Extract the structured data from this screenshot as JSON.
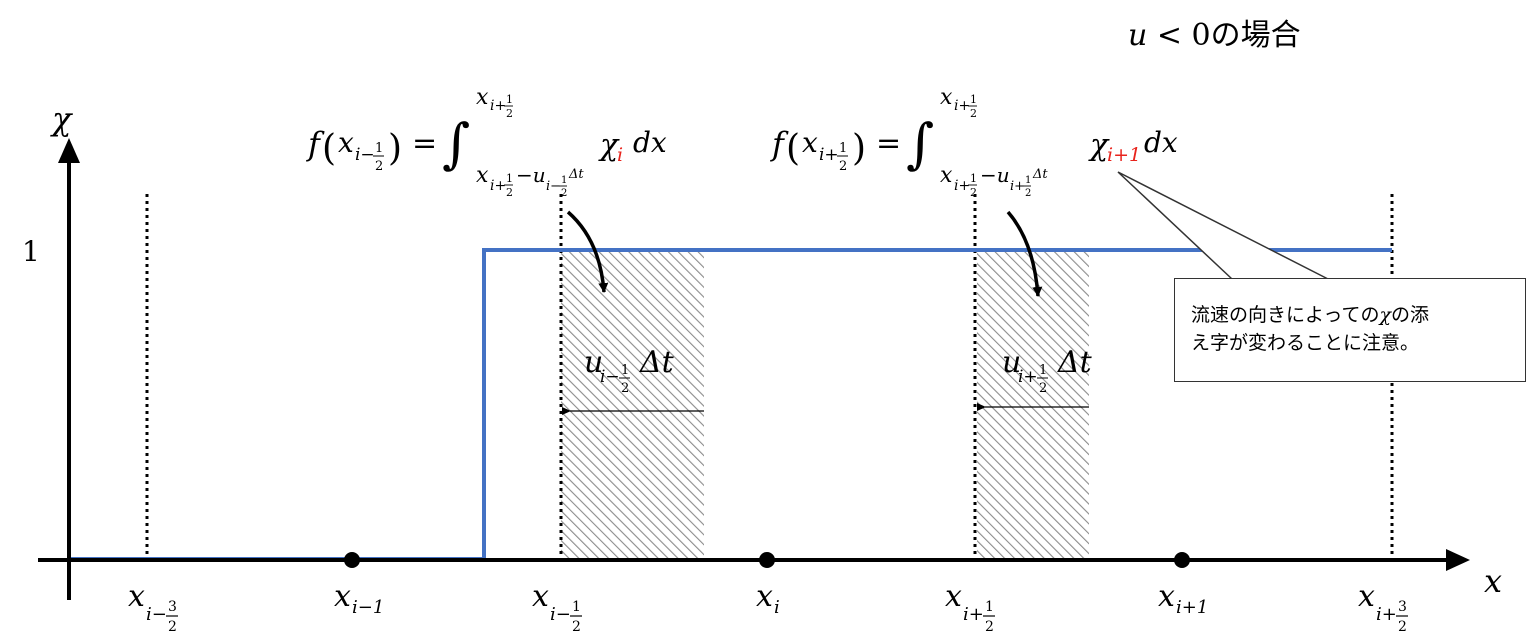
{
  "header": {
    "condition_var": "u",
    "condition_rest": " < 0",
    "condition_jp": "の場合"
  },
  "axes": {
    "y_label": "χ",
    "x_label": "x",
    "y_tick_one": "1"
  },
  "nodes": {
    "x_i_minus_1": {
      "base": "x",
      "sub": "i−1"
    },
    "x_i": {
      "base": "x",
      "sub": "i"
    },
    "x_i_plus_1": {
      "base": "x",
      "sub": "i+1"
    }
  },
  "faces": {
    "x_i_minus_3_2": {
      "base": "x",
      "sub_pre": "i−",
      "num": "3",
      "den": "2"
    },
    "x_i_minus_1_2": {
      "base": "x",
      "sub_pre": "i−",
      "num": "1",
      "den": "2"
    },
    "x_i_plus_1_2": {
      "base": "x",
      "sub_pre": "i+",
      "num": "1",
      "den": "2"
    },
    "x_i_plus_3_2": {
      "base": "x",
      "sub_pre": "i+",
      "num": "3",
      "den": "2"
    }
  },
  "flux_left": {
    "f": "f",
    "x": "x",
    "sub_pre": "i−",
    "half_num": "1",
    "half_den": "2",
    "equals": "=",
    "integral": "∫",
    "chi": "χ",
    "chi_sub": "i",
    "dx": "dx",
    "upper_pre": "i+",
    "lower_pre": "i+",
    "minus_u": "−u",
    "u_sub_pre": "i−",
    "delta_t": "Δt",
    "chi_sub_color": "#e8231c"
  },
  "flux_right": {
    "f": "f",
    "x": "x",
    "sub_pre": "i+",
    "half_num": "1",
    "half_den": "2",
    "equals": "=",
    "integral": "∫",
    "chi": "χ",
    "chi_sub": "i+1",
    "dx": "dx",
    "upper_pre": "i+",
    "lower_pre": "i+",
    "minus_u": "−u",
    "u_sub_pre": "i+",
    "delta_t": "Δt",
    "chi_sub_color": "#e8231c"
  },
  "shift_left": {
    "u": "u",
    "sub_pre": "i−",
    "num": "1",
    "den": "2",
    "delta_t": "Δt"
  },
  "shift_right": {
    "u": "u",
    "sub_pre": "i+",
    "num": "1",
    "den": "2",
    "delta_t": "Δt"
  },
  "callout": {
    "line1_a": "流速の向きによっての",
    "line1_chi": "χ",
    "line1_b": "の添",
    "line2": "え字が変わることに注意。"
  },
  "colors": {
    "step": "#4472c4",
    "axis": "#000000",
    "hatch": "#7f7f7f",
    "red": "#e8231c"
  }
}
